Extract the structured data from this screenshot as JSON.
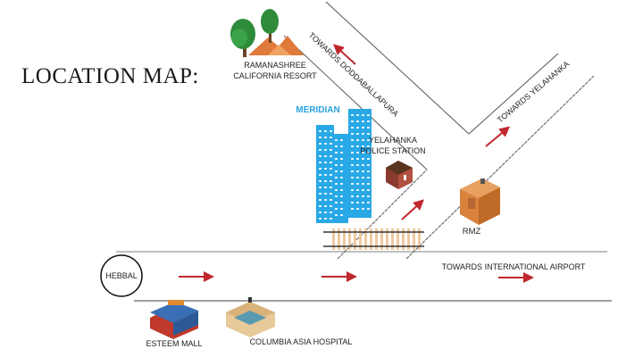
{
  "title": "LOCATION MAP:",
  "colors": {
    "road_line": "#555555",
    "arrow": "#c0272d",
    "building_blue": "#29a8e6",
    "track_rail": "#333333",
    "track_sleeper": "#eec9a0",
    "tree_green": "#2e8b3a",
    "mountain_orange": "#e07a3a"
  },
  "landmarks": {
    "resort": {
      "line1": "RAMANASHREE",
      "line2": "CALIFORNIA RESORT"
    },
    "meridian": "MERIDIAN",
    "police": {
      "line1": "YELAHANKA",
      "line2": "POLICE STATION"
    },
    "rmz": "RMZ",
    "hebbal": "HEBBAL",
    "esteem_mall": "ESTEEM MALL",
    "columbia": "COLUMBIA ASIA HOSPITAL"
  },
  "directions": {
    "doddaballapura": "TOWARDS DODDABALLAPURA",
    "yelahanka": "TOWARDS YELAHANKA",
    "airport": "TOWARDS INTERNATIONAL AIRPORT"
  }
}
